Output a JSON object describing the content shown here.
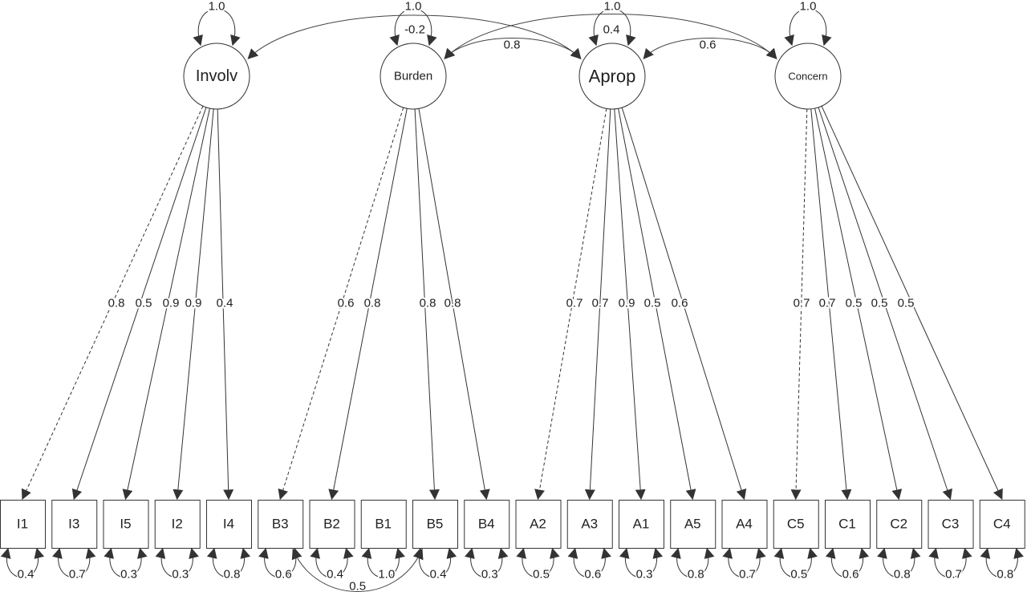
{
  "latents": [
    {
      "id": "Involv",
      "label": "Involv",
      "variance": "1.0"
    },
    {
      "id": "Burden",
      "label": "Burden",
      "variance": "1.0"
    },
    {
      "id": "Aprop",
      "label": "Aprop",
      "variance": "1.0"
    },
    {
      "id": "Concern",
      "label": "Concern",
      "variance": "1.0"
    }
  ],
  "observed": [
    {
      "id": "I1",
      "label": "I1",
      "residual": "0.4"
    },
    {
      "id": "I3",
      "label": "I3",
      "residual": "0.7"
    },
    {
      "id": "I5",
      "label": "I5",
      "residual": "0.3"
    },
    {
      "id": "I2",
      "label": "I2",
      "residual": "0.3"
    },
    {
      "id": "I4",
      "label": "I4",
      "residual": "0.8"
    },
    {
      "id": "B3",
      "label": "B3",
      "residual": "0.6"
    },
    {
      "id": "B2",
      "label": "B2",
      "residual": "0.4"
    },
    {
      "id": "B1",
      "label": "B1",
      "residual": "1.0"
    },
    {
      "id": "B5",
      "label": "B5",
      "residual": "0.4"
    },
    {
      "id": "B4",
      "label": "B4",
      "residual": "0.3"
    },
    {
      "id": "A2",
      "label": "A2",
      "residual": "0.5"
    },
    {
      "id": "A3",
      "label": "A3",
      "residual": "0.6"
    },
    {
      "id": "A1",
      "label": "A1",
      "residual": "0.3"
    },
    {
      "id": "A5",
      "label": "A5",
      "residual": "0.8"
    },
    {
      "id": "A4",
      "label": "A4",
      "residual": "0.7"
    },
    {
      "id": "C5",
      "label": "C5",
      "residual": "0.5"
    },
    {
      "id": "C1",
      "label": "C1",
      "residual": "0.6"
    },
    {
      "id": "C2",
      "label": "C2",
      "residual": "0.8"
    },
    {
      "id": "C3",
      "label": "C3",
      "residual": "0.7"
    },
    {
      "id": "C4",
      "label": "C4",
      "residual": "0.8"
    }
  ],
  "loadings": [
    {
      "from": "Involv",
      "to": "I1",
      "value": "0.8",
      "fixed": true
    },
    {
      "from": "Involv",
      "to": "I3",
      "value": "0.5",
      "fixed": false
    },
    {
      "from": "Involv",
      "to": "I5",
      "value": "0.9",
      "fixed": false
    },
    {
      "from": "Involv",
      "to": "I2",
      "value": "0.9",
      "fixed": false
    },
    {
      "from": "Involv",
      "to": "I4",
      "value": "0.4",
      "fixed": false
    },
    {
      "from": "Burden",
      "to": "B3",
      "value": "0.6",
      "fixed": true
    },
    {
      "from": "Burden",
      "to": "B2",
      "value": "0.8",
      "fixed": false
    },
    {
      "from": "Burden",
      "to": "B5",
      "value": "0.8",
      "fixed": false
    },
    {
      "from": "Burden",
      "to": "B4",
      "value": "0.8",
      "fixed": false
    },
    {
      "from": "Aprop",
      "to": "A2",
      "value": "0.7",
      "fixed": true
    },
    {
      "from": "Aprop",
      "to": "A3",
      "value": "0.7",
      "fixed": false
    },
    {
      "from": "Aprop",
      "to": "A1",
      "value": "0.9",
      "fixed": false
    },
    {
      "from": "Aprop",
      "to": "A5",
      "value": "0.5",
      "fixed": false
    },
    {
      "from": "Aprop",
      "to": "A4",
      "value": "0.6",
      "fixed": false
    },
    {
      "from": "Concern",
      "to": "C5",
      "value": "0.7",
      "fixed": true
    },
    {
      "from": "Concern",
      "to": "C1",
      "value": "0.7",
      "fixed": false
    },
    {
      "from": "Concern",
      "to": "C2",
      "value": "0.5",
      "fixed": false
    },
    {
      "from": "Concern",
      "to": "C3",
      "value": "0.5",
      "fixed": false
    },
    {
      "from": "Concern",
      "to": "C4",
      "value": "0.5",
      "fixed": false
    }
  ],
  "latent_covariances": [
    {
      "a": "Involv",
      "b": "Aprop",
      "value": "-0.2"
    },
    {
      "a": "Burden",
      "b": "Aprop",
      "value": "0.8"
    },
    {
      "a": "Burden",
      "b": "Concern",
      "value": "0.4"
    },
    {
      "a": "Aprop",
      "b": "Concern",
      "value": "0.6"
    }
  ],
  "residual_covariances": [
    {
      "a": "B3",
      "b": "B5",
      "value": "0.5"
    }
  ]
}
